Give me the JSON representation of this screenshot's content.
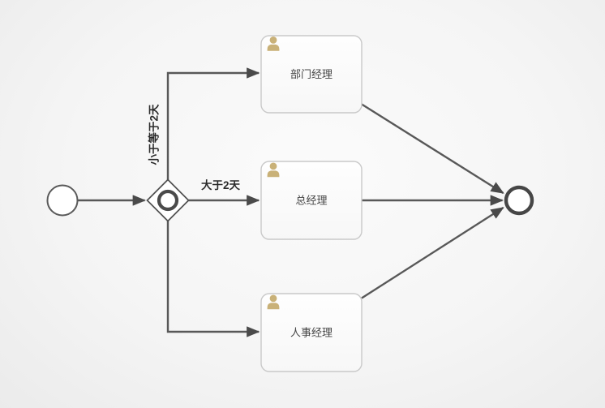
{
  "diagram": {
    "type": "bpmn-process-flow",
    "nodes": {
      "start_event": {
        "kind": "start-event",
        "label": ""
      },
      "gateway": {
        "kind": "exclusive-gateway"
      },
      "tasks": [
        {
          "label": "部门经理",
          "icon": "user-icon"
        },
        {
          "label": "总经理",
          "icon": "user-icon"
        },
        {
          "label": "人事经理",
          "icon": "user-icon"
        }
      ],
      "end_event": {
        "kind": "end-event",
        "label": ""
      }
    },
    "flow_labels": {
      "less_equal_2_days": "小于等于2天",
      "greater_2_days": "大于2天"
    },
    "colors": {
      "line": "#585858",
      "arrowhead": "#4a4a4a",
      "task_border": "#c9c9c9",
      "task_fill": "#fdfdfd",
      "person_icon": "#c9b178",
      "task_text": "#454545",
      "flow_label_text": "#2a2a2a"
    }
  }
}
